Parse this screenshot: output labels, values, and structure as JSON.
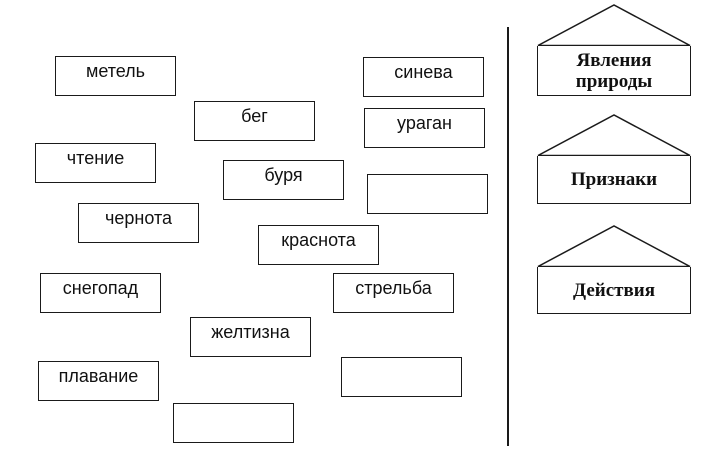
{
  "word_cards": [
    {
      "text": "метель"
    },
    {
      "text": "бег"
    },
    {
      "text": "синева"
    },
    {
      "text": "ураган"
    },
    {
      "text": "чтение"
    },
    {
      "text": "буря"
    },
    {
      "text": ""
    },
    {
      "text": "чернота"
    },
    {
      "text": "краснота"
    },
    {
      "text": "снегопад"
    },
    {
      "text": "стрельба"
    },
    {
      "text": "желтизна"
    },
    {
      "text": "плавание"
    },
    {
      "text": ""
    },
    {
      "text": ""
    }
  ],
  "categories": [
    {
      "label": "Явления\nприроды"
    },
    {
      "label": "Признаки"
    },
    {
      "label": "Действия"
    }
  ]
}
